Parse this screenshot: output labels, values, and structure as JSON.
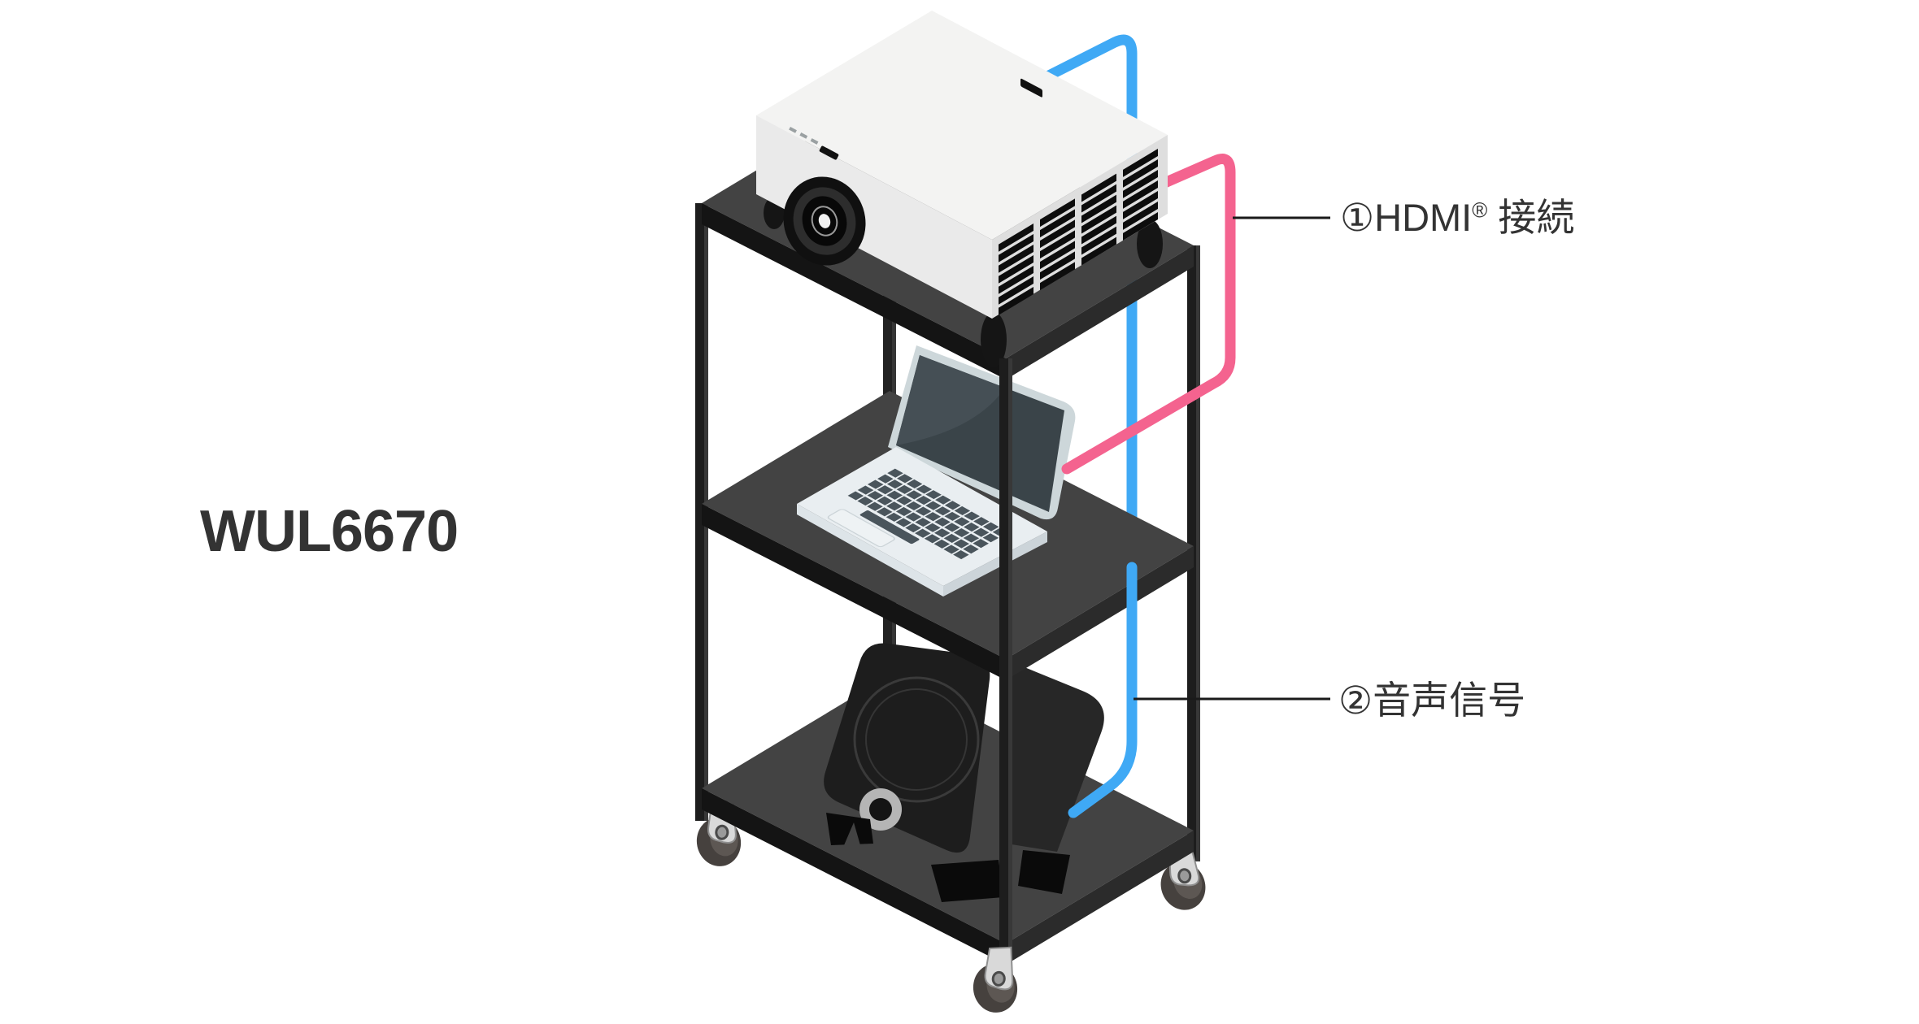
{
  "product": {
    "model": "WUL6670"
  },
  "callouts": [
    {
      "id": 1,
      "prefix": "①HDMI",
      "reg": "®",
      "suffix": " 接続",
      "full_text": "①HDMI® 接続",
      "cable": "hdmi"
    },
    {
      "id": 2,
      "text": "②音声信号",
      "full_text": "②音声信号",
      "cable": "audio"
    }
  ],
  "illustration": {
    "devices": [
      "projector",
      "laptop",
      "speaker"
    ],
    "furniture": "three-shelf-rolling-cart"
  },
  "colors": {
    "hdmi_cable_pink": "#f4638f",
    "audio_cable_blue": "#3fa9f5",
    "leader_line": "#1a1a1a",
    "label_text": "#333333",
    "cart_shelf_top": "#434343",
    "cart_shelf_dark_edge": "#151515",
    "projector_body": "#eeeeee",
    "background": "#ffffff"
  }
}
